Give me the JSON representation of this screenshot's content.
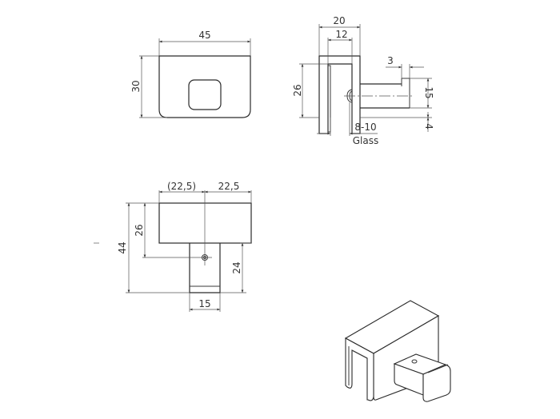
{
  "drawing": {
    "front_view": {
      "width_label": "45",
      "height_label": "30"
    },
    "side_view": {
      "overall_width_label": "20",
      "inner_width_label": "12",
      "height_label": "26",
      "pin_offset_label": "3",
      "pin_height_label": "15",
      "bottom_offset_label": "4",
      "glass_thickness_label": "8-10",
      "glass_label": "Glass"
    },
    "top_view": {
      "left_half_label": "(22,5)",
      "right_half_label": "22,5",
      "overall_height_label": "44",
      "body_height_label": "26",
      "pin_length_label": "24",
      "pin_width_label": "15"
    },
    "isometric_view": {
      "description": "3D view of glass clamp with square pin"
    }
  }
}
